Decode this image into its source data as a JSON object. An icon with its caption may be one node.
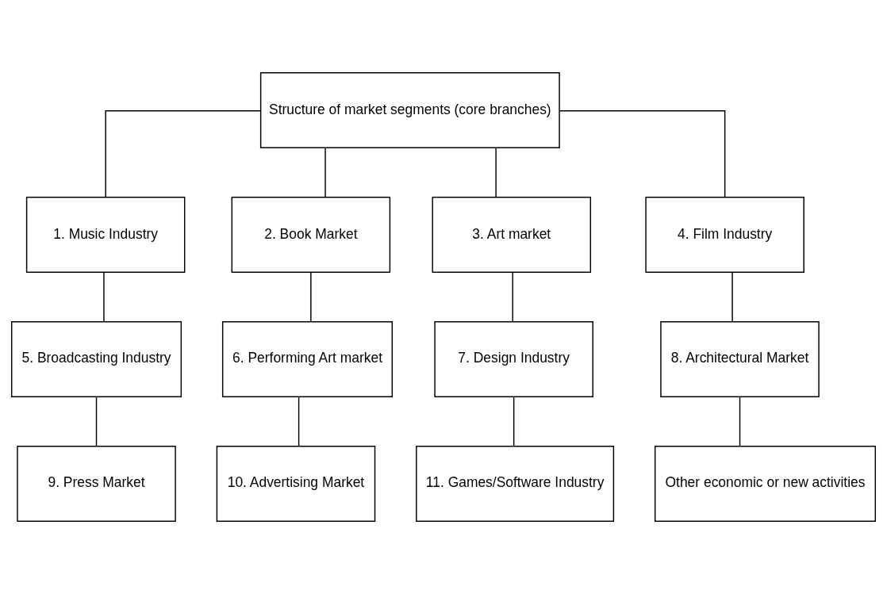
{
  "diagram": {
    "nodes": [
      {
        "text": [
          "Structure of market segments (core branches)"
        ]
      },
      {
        "text": [
          "1. Music Industry"
        ]
      },
      {
        "text": [
          "2. Book Market"
        ]
      },
      {
        "text": [
          "3. Art market"
        ]
      },
      {
        "text": [
          "4. Film Industry"
        ]
      },
      {
        "text": [
          "5. Broadcasting Industry"
        ]
      },
      {
        "text": [
          "6. Performing Art market"
        ]
      },
      {
        "text": [
          "7. Design Industry"
        ]
      },
      {
        "text": [
          "8. Architectural Market"
        ]
      },
      {
        "text": [
          "9. Press Market"
        ]
      },
      {
        "text": [
          "10. Advertising Market"
        ]
      },
      {
        "text": [
          "11. Games/Software Industry"
        ]
      },
      {
        "text": [
          "Other economic or new activities"
        ]
      }
    ],
    "edges": [
      {
        "from": 0,
        "to": 1,
        "arrow": "none"
      },
      {
        "from": 0,
        "to": 2,
        "arrow": "none"
      },
      {
        "from": 0,
        "to": 3,
        "arrow": "none"
      },
      {
        "from": 0,
        "to": 4,
        "arrow": "none"
      },
      {
        "from": 1,
        "to": 5,
        "arrow": "none"
      },
      {
        "from": 2,
        "to": 6,
        "arrow": "none"
      },
      {
        "from": 3,
        "to": 7,
        "arrow": "none"
      },
      {
        "from": 4,
        "to": 8,
        "arrow": "none"
      },
      {
        "from": 5,
        "to": 9,
        "arrow": "none"
      },
      {
        "from": 6,
        "to": 10,
        "arrow": "none"
      },
      {
        "from": 7,
        "to": 11,
        "arrow": "none"
      },
      {
        "from": 8,
        "to": 12,
        "arrow": "none"
      }
    ]
  }
}
